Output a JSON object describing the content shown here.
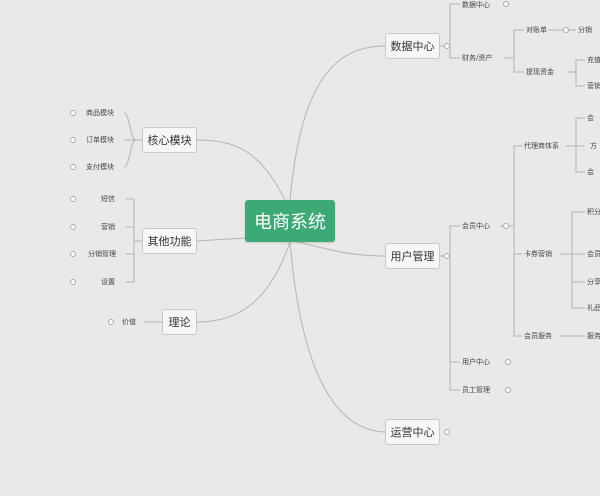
{
  "root": "电商系统",
  "left": {
    "core_module": {
      "label": "核心模块",
      "items": [
        "商品模块",
        "订单模块",
        "支付模块"
      ]
    },
    "other_functions": {
      "label": "其他功能",
      "items": [
        "短信",
        "营销",
        "分销管理",
        "设置"
      ]
    },
    "theory": {
      "label": "理论",
      "items": [
        "价值"
      ]
    }
  },
  "right": {
    "data_center": {
      "label": "数据中心",
      "children": [
        "数据中心",
        "财务/资产"
      ],
      "finance_children": [
        "对账单",
        "提现资金"
      ],
      "reconcile_child": "分销",
      "withdraw_children": [
        "充值",
        "营销"
      ]
    },
    "user_mgmt": {
      "label": "用户管理",
      "children": [
        "会员中心",
        "用户中心",
        "员工管理"
      ],
      "member_children": [
        "代理商体系",
        "卡券营销",
        "会员服务"
      ],
      "agent_children": [
        "会",
        "方",
        "会"
      ],
      "coupon_children": [
        "积分",
        "会员",
        "分享",
        "礼品"
      ],
      "service_child": "服务"
    },
    "ops_center": {
      "label": "运营中心"
    }
  },
  "colors": {
    "root_bg": "#3caa74",
    "line": "#b0b0b0",
    "background": "#e9e9e9"
  }
}
